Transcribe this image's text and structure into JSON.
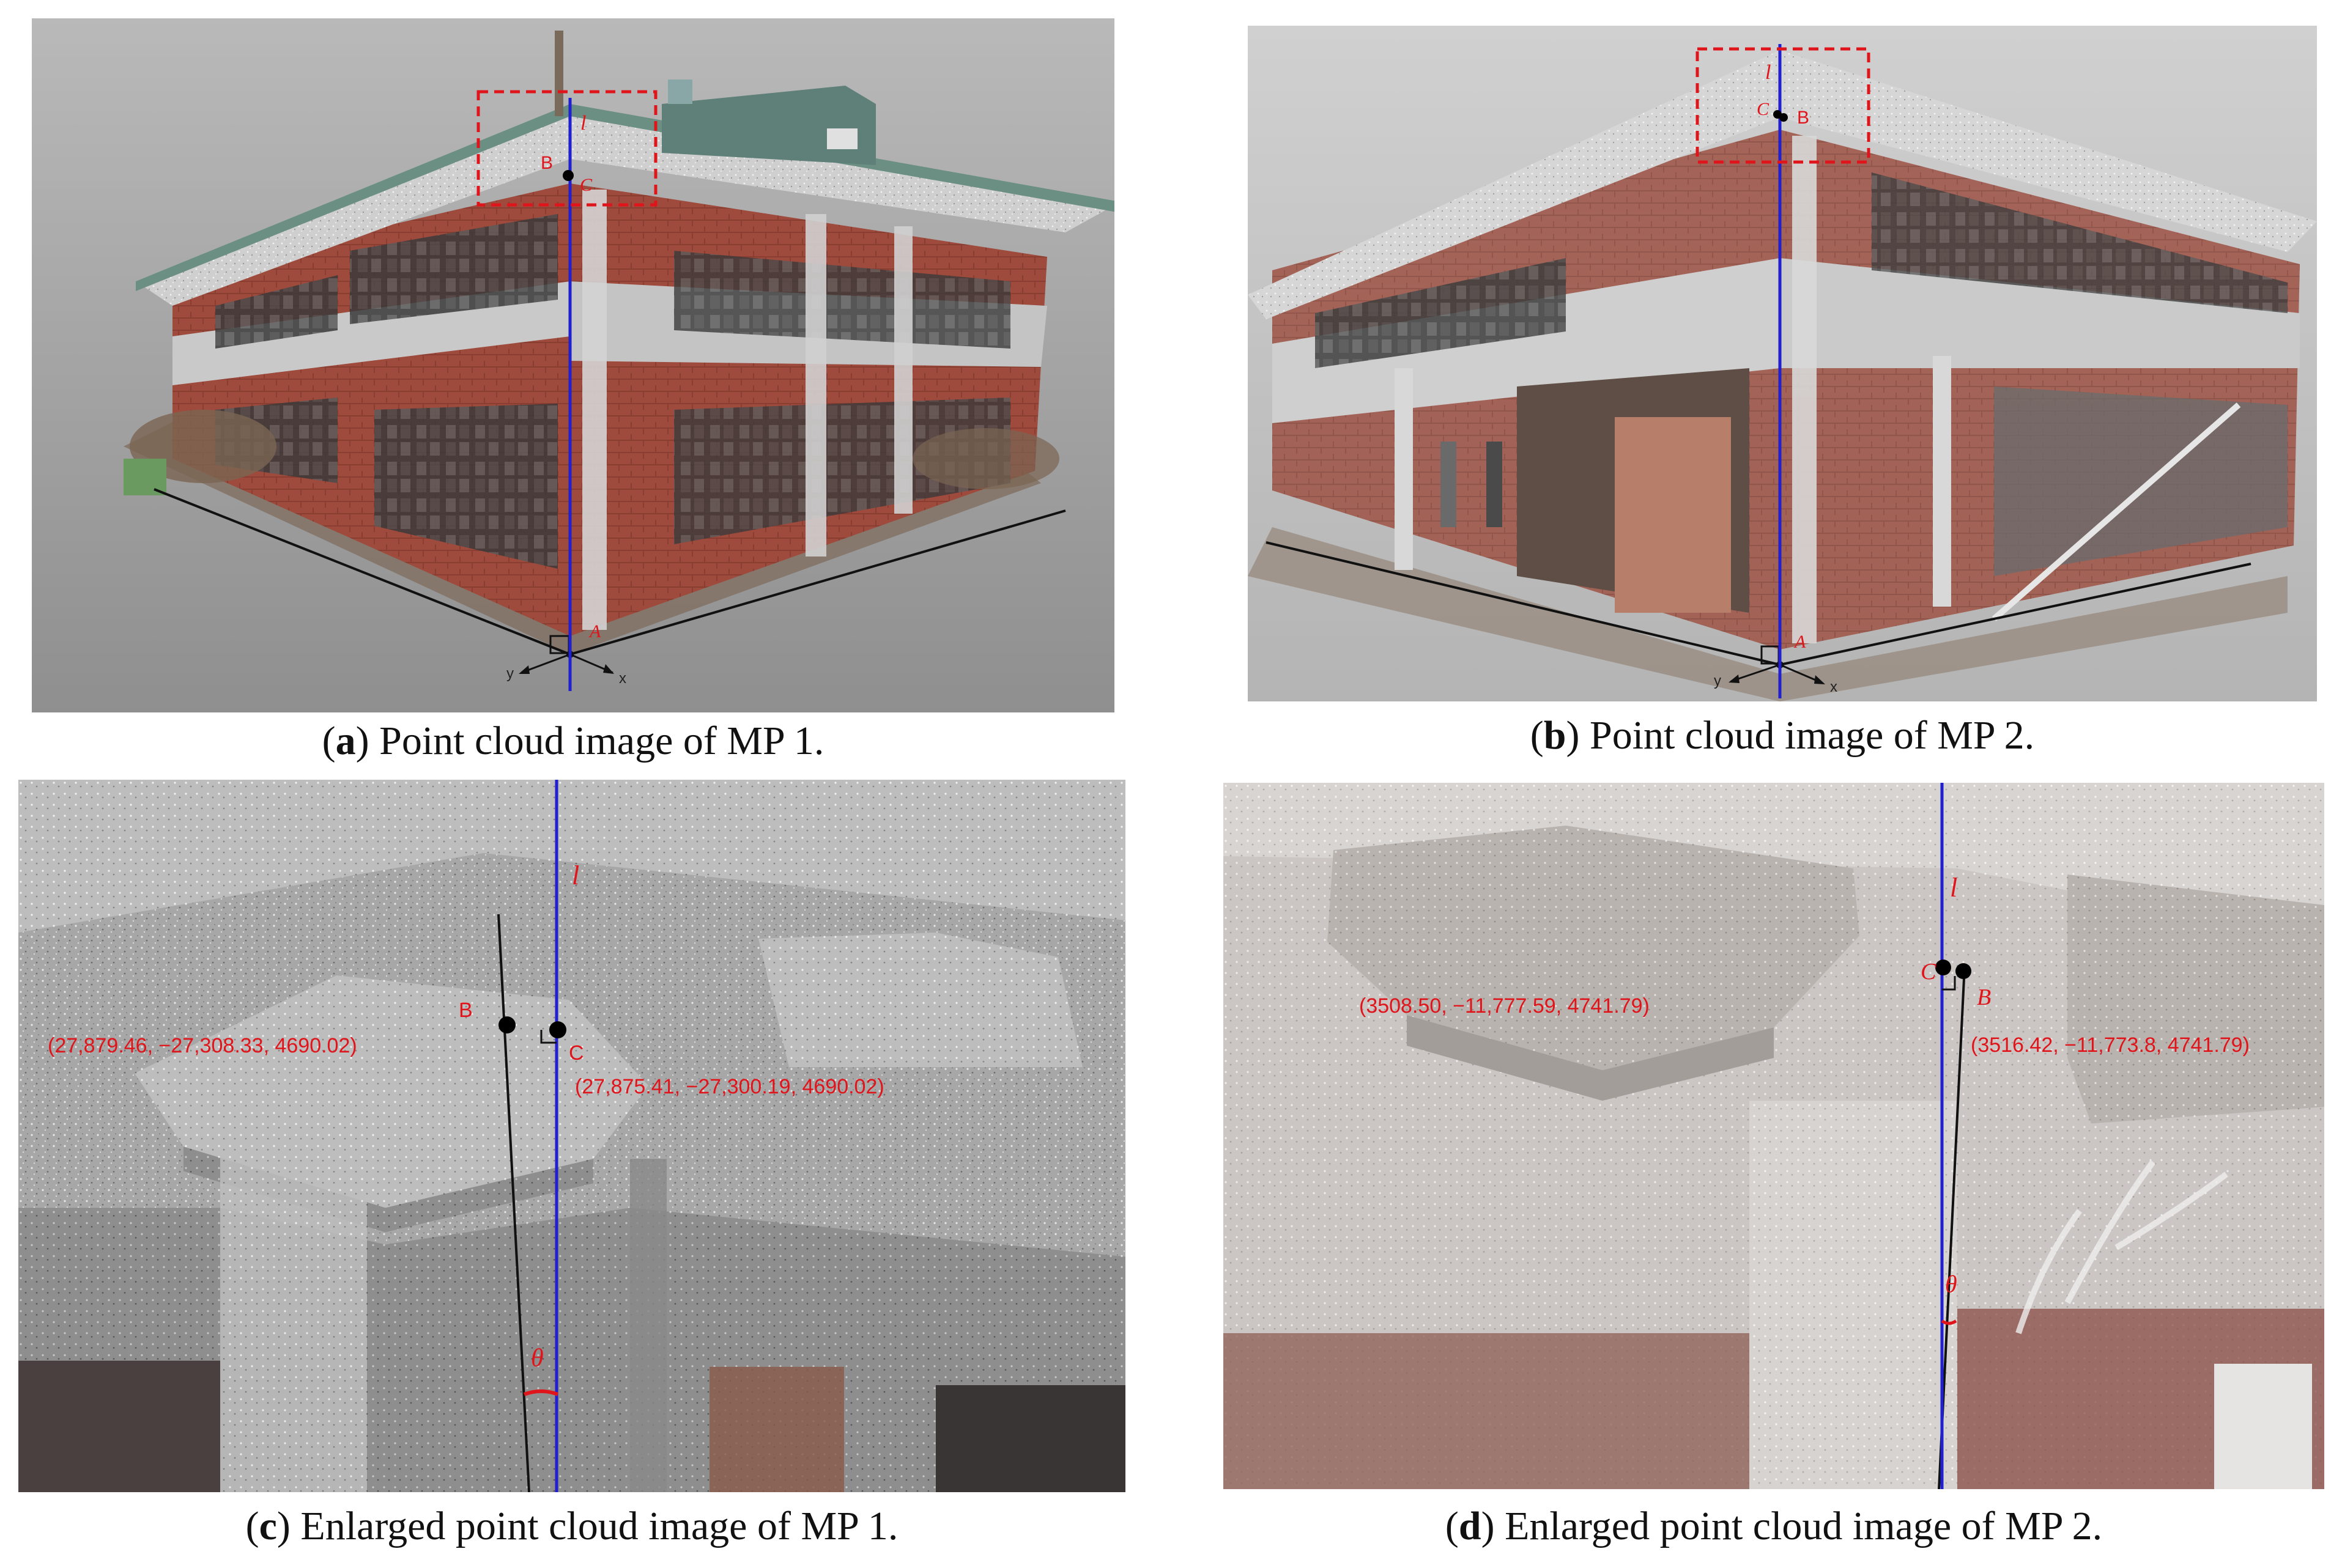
{
  "captions": {
    "a": {
      "letter": "a",
      "text": "Point cloud image of MP 1."
    },
    "b": {
      "letter": "b",
      "text": "Point cloud image of MP 2."
    },
    "c": {
      "letter": "c",
      "text": "Enlarged point cloud image of MP 1."
    },
    "d": {
      "letter": "d",
      "text": "Enlarged point cloud image of MP 2."
    }
  },
  "panel_a": {
    "label_l": "l",
    "label_b": "B",
    "label_c": "C",
    "label_a": "A",
    "axis_x": "x",
    "axis_y": "y"
  },
  "panel_b": {
    "label_l": "l",
    "label_b": "B",
    "label_c": "C",
    "label_a": "A",
    "axis_x": "x",
    "axis_y": "y"
  },
  "panel_c": {
    "label_l": "l",
    "label_b": "B",
    "label_c": "C",
    "label_theta": "θ",
    "coord_b": "(27,879.46, −27,308.33, 4690.02)",
    "coord_c": "(27,875.41, −27,300.19, 4690.02)"
  },
  "panel_d": {
    "label_l": "l",
    "label_b": "B",
    "label_c": "C",
    "label_theta": "θ",
    "coord_c": "(3508.50, −11,777.59, 4741.79)",
    "coord_b": "(3516.42, −11,773.8, 4741.79)"
  },
  "colors": {
    "annotation": "#e0151b",
    "vertical_line": "#2020d0",
    "dashed_box": "#e0151b"
  }
}
